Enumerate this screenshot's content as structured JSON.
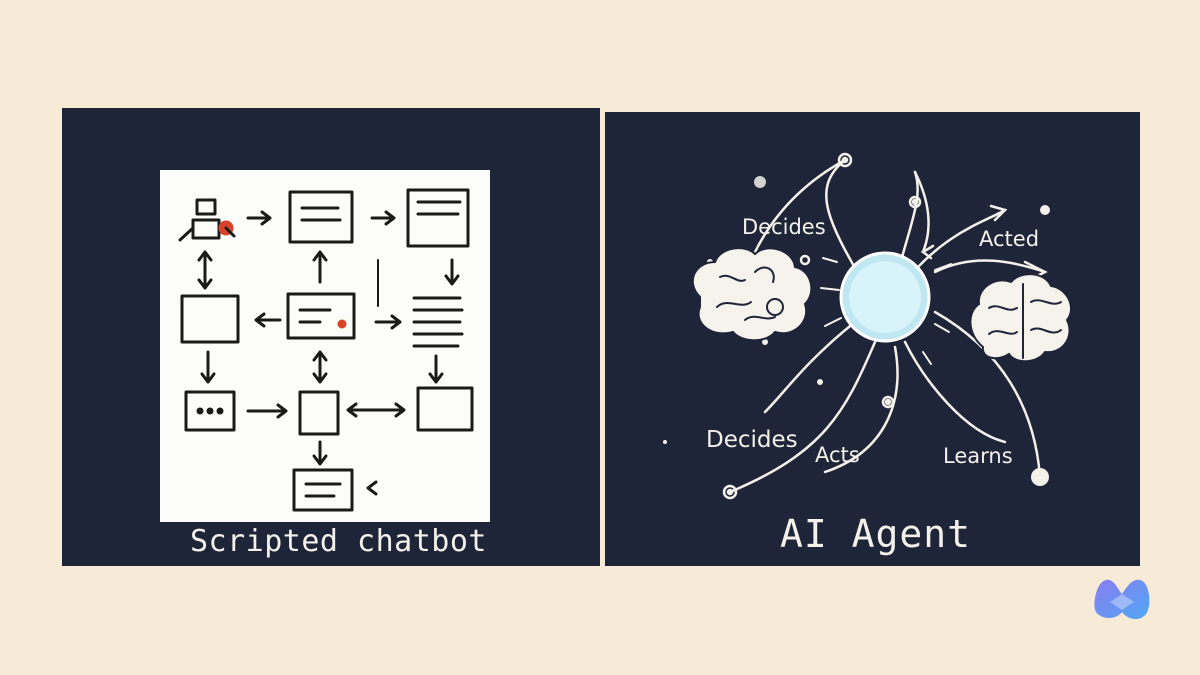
{
  "left": {
    "caption": "Scripted chatbot"
  },
  "right": {
    "caption": "AI Agent",
    "labels": {
      "decides_top": "Decides",
      "acted": "Acted",
      "decides_bottom": "Decides",
      "acts": "Acts",
      "learns": "Learns"
    }
  },
  "colors": {
    "background": "#f7ead6",
    "panel": "#1f2539",
    "ink": "#1a1a1a",
    "chalk": "#f3f1ea",
    "accent_red": "#d8412a",
    "orb": "#bfe7f2"
  }
}
